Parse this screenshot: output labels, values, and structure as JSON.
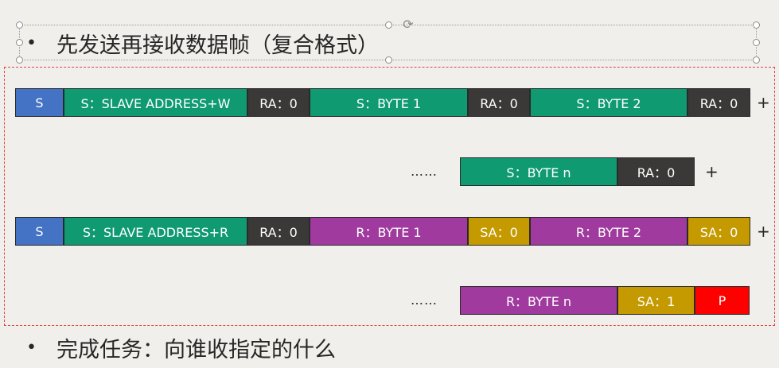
{
  "colors": {
    "blue": "#4472c4",
    "green": "#0f9a72",
    "dark": "#3b3838",
    "purple": "#a03a9e",
    "gold": "#c49a00",
    "red": "#ff0000",
    "frame_border": "#e04545"
  },
  "title": {
    "bullet": "•",
    "text": "先发送再接收数据帧（复合格式）"
  },
  "task": {
    "bullet": "•",
    "text": "完成任务：向谁收指定的什么"
  },
  "rows": [
    {
      "cells": [
        {
          "text": "S",
          "color": "blue"
        },
        {
          "text": "S：SLAVE ADDRESS+W",
          "color": "green"
        },
        {
          "text": "RA：0",
          "color": "dark"
        },
        {
          "text": "S：BYTE 1",
          "color": "green"
        },
        {
          "text": "RA：0",
          "color": "dark"
        },
        {
          "text": "S：BYTE 2",
          "color": "green"
        },
        {
          "text": "RA：0",
          "color": "dark"
        }
      ],
      "suffix": "+"
    },
    {
      "prefix": "……",
      "cells": [
        {
          "text": "S：BYTE n",
          "color": "green"
        },
        {
          "text": "RA：0",
          "color": "dark"
        }
      ],
      "suffix": "+"
    },
    {
      "cells": [
        {
          "text": "S",
          "color": "blue"
        },
        {
          "text": "S：SLAVE ADDRESS+R",
          "color": "green"
        },
        {
          "text": "RA：0",
          "color": "dark"
        },
        {
          "text": "R：BYTE 1",
          "color": "purple"
        },
        {
          "text": "SA：0",
          "color": "gold"
        },
        {
          "text": "R：BYTE 2",
          "color": "purple"
        },
        {
          "text": "SA：0",
          "color": "gold"
        }
      ],
      "suffix": "+"
    },
    {
      "prefix": "……",
      "cells": [
        {
          "text": "R：BYTE n",
          "color": "purple"
        },
        {
          "text": "SA：1",
          "color": "gold"
        },
        {
          "text": "P",
          "color": "red"
        }
      ]
    }
  ]
}
